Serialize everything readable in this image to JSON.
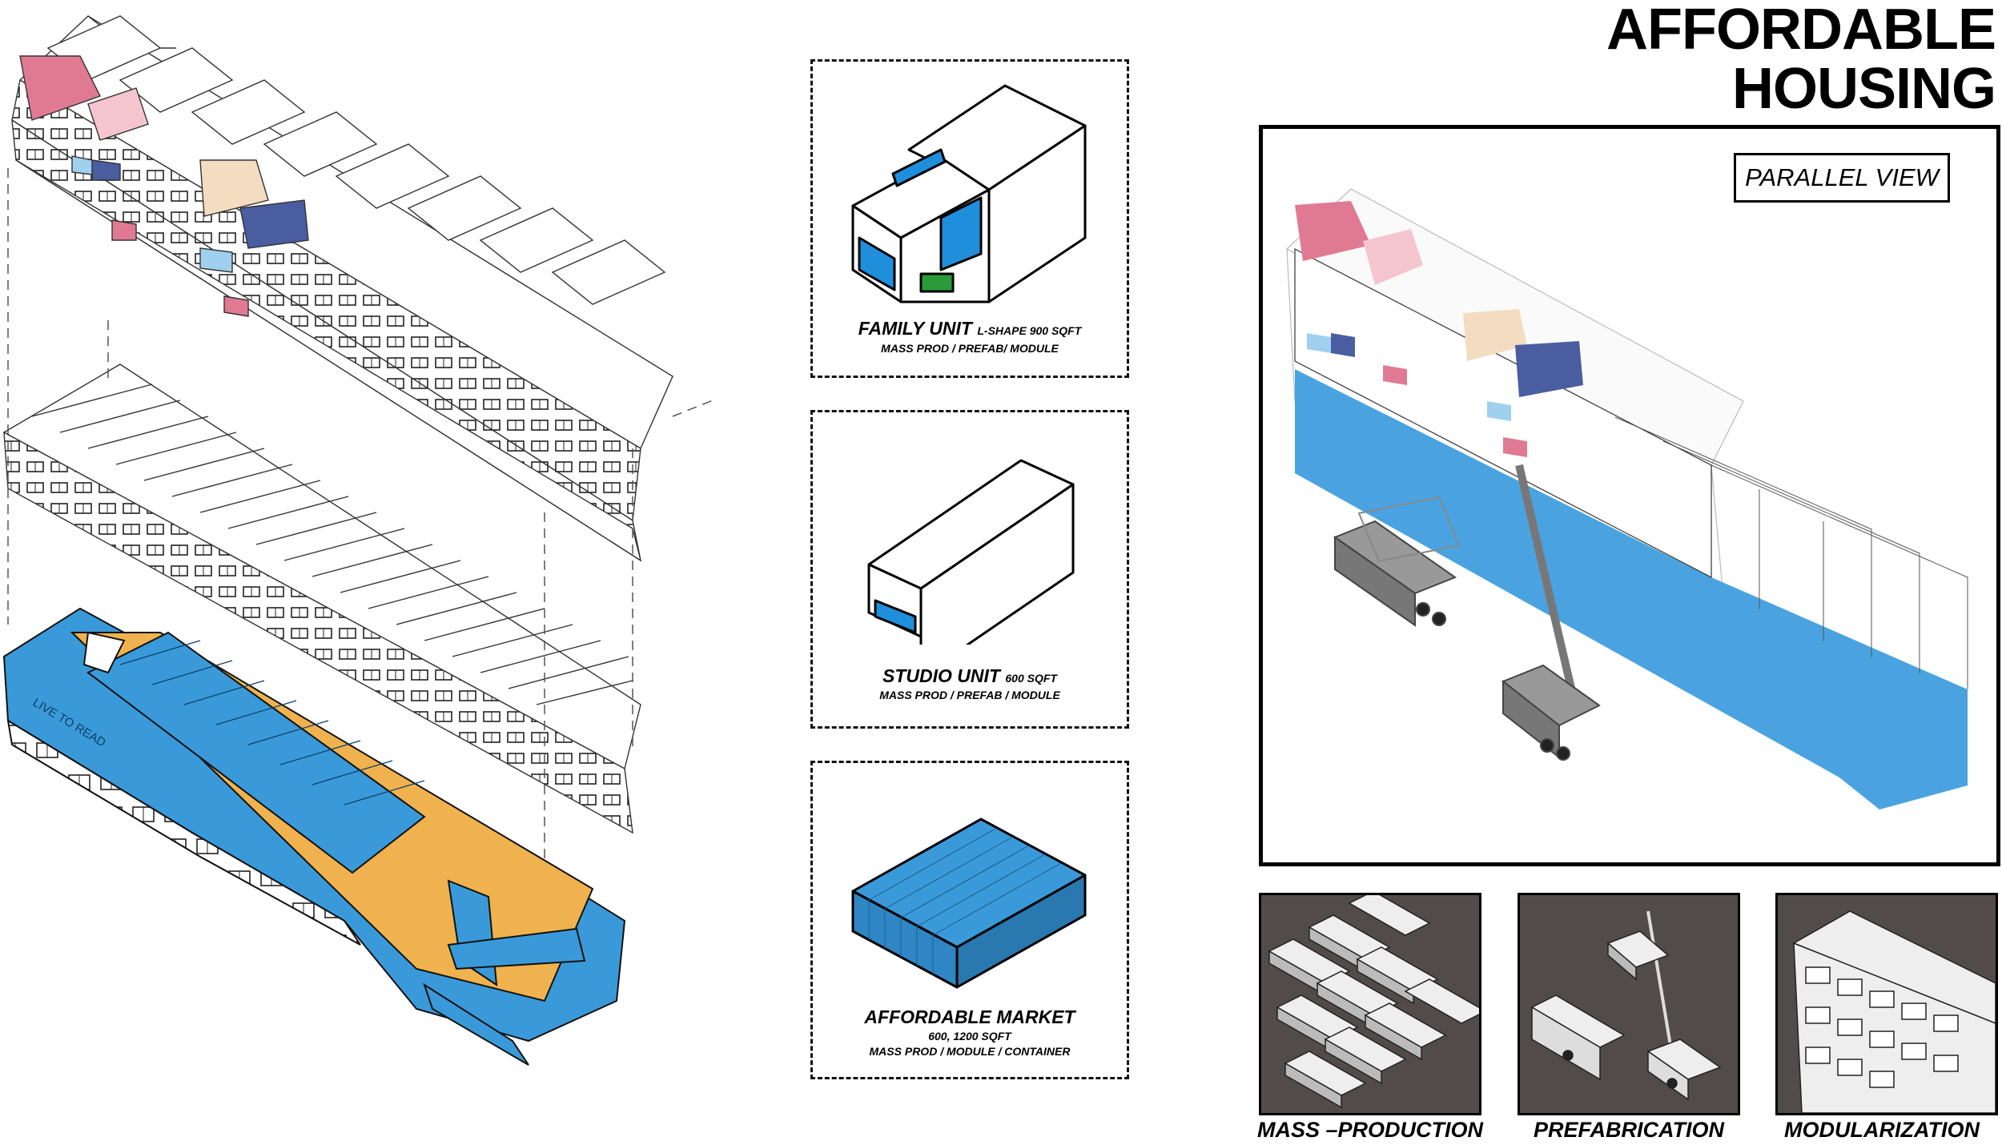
{
  "title": {
    "line1": "AFFORDABLE",
    "line2": "HOUSING"
  },
  "cards": [
    {
      "name": "FAMILY UNIT",
      "spec": "L-SHAPE  900 SQFT",
      "sub": "MASS PROD / PREFAB/ MODULE"
    },
    {
      "name": "STUDIO UNIT",
      "spec": "600 SQFT",
      "sub": "MASS PROD / PREFAB / MODULE"
    },
    {
      "name": "AFFORDABLE MARKET",
      "spec": "600, 1200 SQFT",
      "sub": "MASS PROD / MODULE / CONTAINER"
    }
  ],
  "parallel_view": {
    "label": "PARALLEL VIEW"
  },
  "thumbnails": [
    {
      "label": "MASS –PRODUCTION"
    },
    {
      "label": "PREFABRICATION"
    },
    {
      "label": "MODULARIZATION"
    }
  ],
  "ship_lettering": "LIVE TO READ",
  "colors": {
    "blue": "#3a9ad9",
    "orange": "#f0b24e",
    "pink": "#e07a92",
    "navy": "#4a5da0",
    "peach": "#f4dcc0",
    "lightblue": "#9fd0ee",
    "thumb_bg": "#524b4b"
  }
}
